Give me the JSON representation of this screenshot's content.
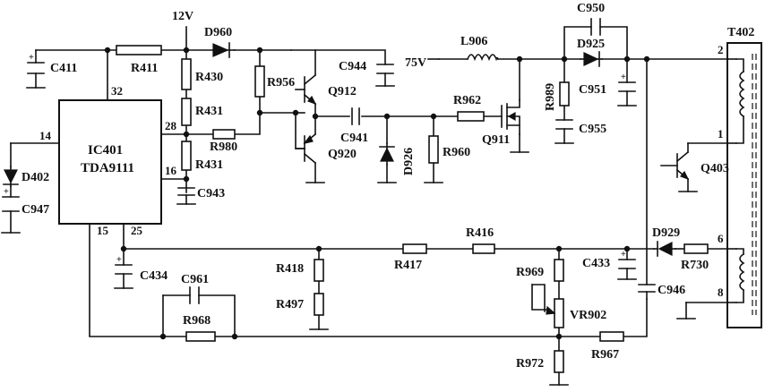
{
  "ic": {
    "name": "IC401",
    "part": "TDA9111"
  },
  "pins": {
    "p32": "32",
    "p28": "28",
    "p16": "16",
    "p14": "14",
    "p15": "15",
    "p25": "25",
    "t2": "2",
    "t1": "1",
    "t6": "6",
    "t8": "8"
  },
  "supplies": {
    "v12": "12V",
    "v75": "75V"
  },
  "transformer": "T402",
  "labels": {
    "c411": "C411",
    "r411": "R411",
    "d960": "D960",
    "r430": "R430",
    "r431a": "R431",
    "r431b": "R431",
    "r980": "R980",
    "c943": "C943",
    "r956": "R956",
    "q912": "Q912",
    "q920": "Q920",
    "c944": "C944",
    "c941": "C941",
    "d926": "D926",
    "r960": "R960",
    "l906": "L906",
    "r962": "R962",
    "q911": "Q911",
    "c950": "C950",
    "d925": "D925",
    "r989": "R989",
    "c951": "C951",
    "c955": "C955",
    "q403": "Q403",
    "d402": "D402",
    "c947": "C947",
    "c434": "C434",
    "c961": "C961",
    "r968": "R968",
    "r418": "R418",
    "r497": "R497",
    "r417": "R417",
    "r416": "R416",
    "r969": "R969",
    "vr902": "VR902",
    "c433": "C433",
    "c946": "C946",
    "d929": "D929",
    "r730": "R730",
    "r972": "R972",
    "r967": "R967"
  }
}
